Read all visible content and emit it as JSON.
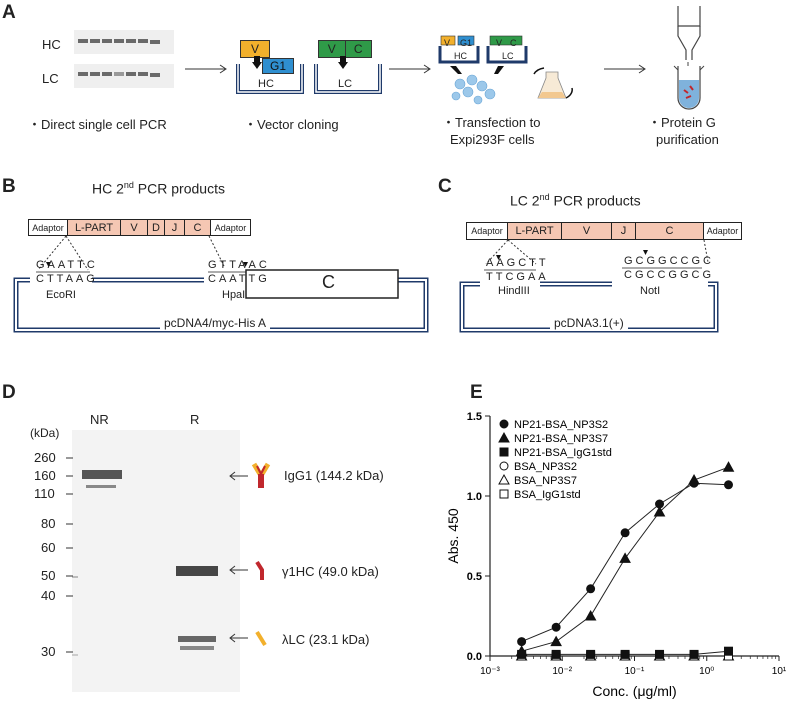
{
  "panelA": {
    "label": "A",
    "gel_labels": [
      "HC",
      "LC"
    ],
    "steps": [
      "・Direct single cell PCR",
      "・Vector cloning",
      "・Transfection to",
      "Expi293F cells",
      "・Protein G",
      "purification"
    ],
    "vector": {
      "v": "V",
      "g1": "G1",
      "hc": "HC",
      "c": "C",
      "lc": "LC"
    },
    "colors": {
      "v_orange": "#f2b02c",
      "g1_blue": "#2f8fd0",
      "vc_green": "#2f9a48",
      "vector_navy": "#1f3a6a"
    }
  },
  "panelB": {
    "label": "B",
    "title_pre": "HC 2",
    "title_sup": "nd",
    "title_post": " PCR products",
    "segments": [
      "Adaptor",
      "L-PART",
      "V",
      "D",
      "J",
      "C",
      "Adaptor"
    ],
    "site1_top": "GAATTC",
    "site1_bottom": "CTTAAG",
    "site1_name": "EcoRI",
    "site2_top": "GTTAAC",
    "site2_bottom": "CAATTG",
    "site2_name": "HpaI",
    "c_box": "C",
    "vector_name": "pcDNA4/myc-His A"
  },
  "panelC": {
    "label": "C",
    "title_pre": "LC 2",
    "title_sup": "nd",
    "title_post": " PCR products",
    "segments": [
      "Adaptor",
      "L-PART",
      "V",
      "J",
      "C",
      "Adaptor"
    ],
    "site1_top": "AAGCTT",
    "site1_bottom": "TTCGAA",
    "site1_name": "HindIII",
    "site2_top": "GCGGCCGC",
    "site2_bottom": "CGCCGGCG",
    "site2_name": "NotI",
    "vector_name": "pcDNA3.1(+)"
  },
  "panelD": {
    "label": "D",
    "unit": "(kDa)",
    "lanes": [
      "NR",
      "R"
    ],
    "markers": [
      "260",
      "160",
      "110",
      "80",
      "60",
      "50",
      "40",
      "30"
    ],
    "bands": [
      "IgG1 (144.2 kDa)",
      "γ1HC (49.0 kDa)",
      "λLC (23.1 kDa)"
    ],
    "colors": {
      "antibody_red": "#c0272d",
      "antibody_yellow": "#f2b02c"
    }
  },
  "panelE": {
    "label": "E",
    "chart_data": {
      "type": "scatter",
      "xlabel": "Conc. (μg/ml)",
      "ylabel": "Abs. 450",
      "x_scale": "log",
      "xlim": [
        0.001,
        10
      ],
      "ylim": [
        0,
        1.5
      ],
      "x_ticks": [
        "10⁻³",
        "10⁻²",
        "10⁻¹",
        "10⁰",
        "10¹"
      ],
      "y_ticks": [
        "0.0",
        "0.5",
        "1.0",
        "1.5"
      ],
      "legend_position": "top-left",
      "x": [
        0.00274,
        0.00823,
        0.0247,
        0.0741,
        0.222,
        0.667,
        2.0
      ],
      "series": [
        {
          "name": "NP21-BSA_NP3S2",
          "marker": "circle-filled",
          "values": [
            0.09,
            0.18,
            0.42,
            0.77,
            0.95,
            1.08,
            1.07
          ]
        },
        {
          "name": "NP21-BSA_NP3S7",
          "marker": "triangle-filled",
          "values": [
            0.03,
            0.09,
            0.25,
            0.61,
            0.9,
            1.1,
            1.18
          ]
        },
        {
          "name": "NP21-BSA_IgG1std",
          "marker": "square-filled",
          "values": [
            0.01,
            0.01,
            0.01,
            0.01,
            0.01,
            0.01,
            0.03
          ]
        },
        {
          "name": "BSA_NP3S2",
          "marker": "circle-open",
          "values": [
            0.0,
            0.0,
            0.0,
            0.0,
            0.0,
            0.0,
            0.0
          ]
        },
        {
          "name": "BSA_NP3S7",
          "marker": "triangle-open",
          "values": [
            0.0,
            0.0,
            0.0,
            0.0,
            0.0,
            0.0,
            0.0
          ]
        },
        {
          "name": "BSA_IgG1std",
          "marker": "square-open",
          "values": [
            0.0,
            0.0,
            0.0,
            0.0,
            0.0,
            0.0,
            0.0
          ]
        }
      ]
    }
  }
}
